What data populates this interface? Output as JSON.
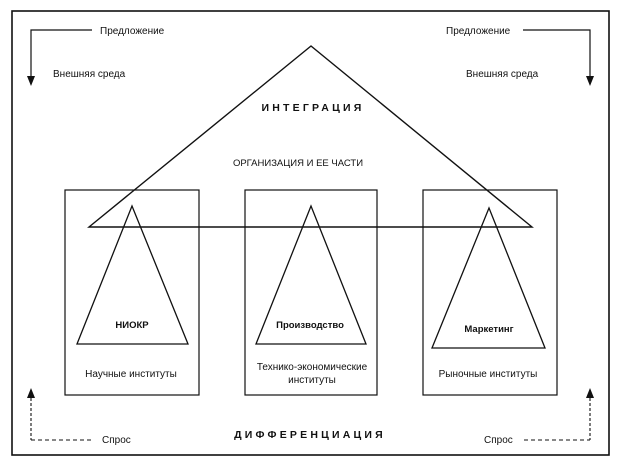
{
  "diagram": {
    "top_left": {
      "label": "Предложение",
      "sublabel": "Внешняя среда"
    },
    "top_right": {
      "label": "Предложение",
      "sublabel": "Внешняя среда"
    },
    "integration_label": "ИНТЕГРАЦИЯ",
    "organization_label": "ОРГАНИЗАЦИЯ И ЕЕ ЧАСТИ",
    "units": [
      {
        "name": "НИОКР",
        "institutes": "Научные институты"
      },
      {
        "name": "Производство",
        "institutes_line1": "Технико-экономические",
        "institutes_line2": "институты"
      },
      {
        "name": "Маркетинг",
        "institutes": "Рыночные институты"
      }
    ],
    "bottom_left": {
      "label": "Спрос"
    },
    "bottom_right": {
      "label": "Спрос"
    },
    "differentiation_label": "ДИФФЕРЕНЦИАЦИЯ"
  }
}
